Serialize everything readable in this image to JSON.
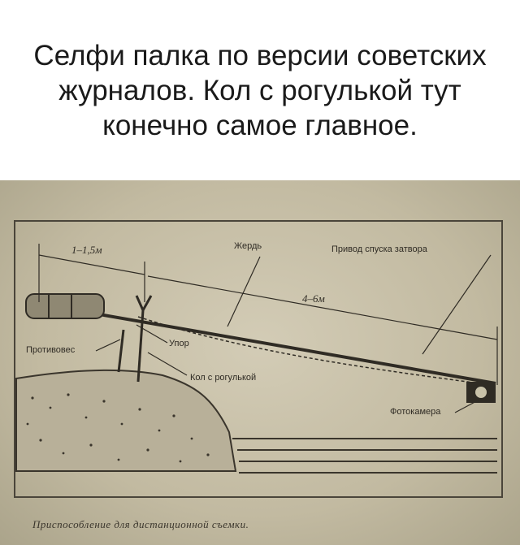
{
  "caption": {
    "text": "Селфи палка по версии советских журналов. Кол с рогулькой тут конечно самое главное."
  },
  "diagram": {
    "labels": {
      "pole_length": "1–1,5м",
      "pole": "Жердь",
      "shutter_drive": "Привод спуска затвора",
      "cable_length": "4–6м",
      "counterweight": "Противовес",
      "stop": "Упор",
      "forked_stake": "Кол с рогулькой",
      "camera": "Фотокамера"
    },
    "caption": "Приспособление для дистанционной съемки."
  },
  "colors": {
    "paper": "#c9c2a9",
    "ink": "#2f2b24"
  }
}
